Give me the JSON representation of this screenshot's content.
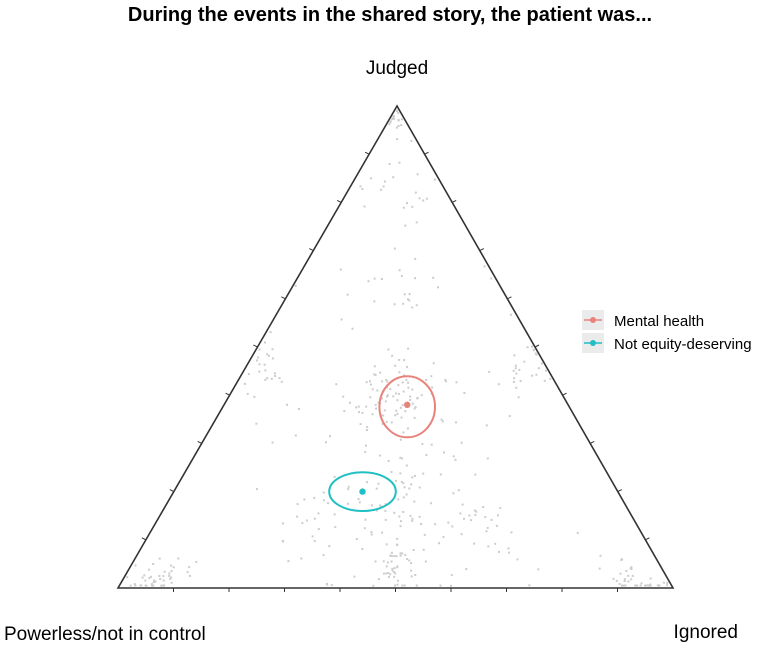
{
  "chart_data": {
    "type": "scatter",
    "title": "During the events in the shared story, the patient was...",
    "vertices": {
      "top": "Judged",
      "left": "Powerless/not in control",
      "right": "Ignored"
    },
    "grid": false,
    "legend_position": "right",
    "series": [
      {
        "name": "Mental health",
        "color": "#e8837c",
        "mean": {
          "judged": 0.38,
          "powerless": 0.29,
          "ignored": 0.33
        },
        "region_radius": {
          "u": 0.05,
          "v": 0.055
        }
      },
      {
        "name": "Not equity-deserving",
        "color": "#1fbfc4",
        "mean": {
          "judged": 0.2,
          "powerless": 0.46,
          "ignored": 0.34
        },
        "region_radius": {
          "u": 0.06,
          "v": 0.035
        }
      }
    ],
    "background_points": {
      "color": "#cccccc",
      "clusters": [
        {
          "judged": 0.98,
          "powerless": 0.01,
          "ignored": 0.01,
          "n": 20,
          "spread": 0.02
        },
        {
          "judged": 0.82,
          "powerless": 0.09,
          "ignored": 0.09,
          "n": 18,
          "spread": 0.04
        },
        {
          "judged": 0.4,
          "powerless": 0.3,
          "ignored": 0.3,
          "n": 70,
          "spread": 0.05
        },
        {
          "judged": 0.02,
          "powerless": 0.92,
          "ignored": 0.06,
          "n": 45,
          "spread": 0.025
        },
        {
          "judged": 0.02,
          "powerless": 0.06,
          "ignored": 0.92,
          "n": 40,
          "spread": 0.025
        },
        {
          "judged": 0.04,
          "powerless": 0.48,
          "ignored": 0.48,
          "n": 45,
          "spread": 0.03
        },
        {
          "judged": 0.45,
          "powerless": 0.52,
          "ignored": 0.03,
          "n": 25,
          "spread": 0.04
        },
        {
          "judged": 0.45,
          "powerless": 0.03,
          "ignored": 0.52,
          "n": 25,
          "spread": 0.04
        },
        {
          "judged": 0.17,
          "powerless": 0.42,
          "ignored": 0.41,
          "n": 40,
          "spread": 0.05
        },
        {
          "judged": 0.3,
          "powerless": 0.35,
          "ignored": 0.35,
          "n": 90,
          "spread": 0.2
        },
        {
          "judged": 0.12,
          "powerless": 0.3,
          "ignored": 0.58,
          "n": 30,
          "spread": 0.06
        },
        {
          "judged": 0.12,
          "powerless": 0.58,
          "ignored": 0.3,
          "n": 30,
          "spread": 0.06
        },
        {
          "judged": 0.62,
          "powerless": 0.19,
          "ignored": 0.19,
          "n": 18,
          "spread": 0.05
        }
      ]
    }
  }
}
